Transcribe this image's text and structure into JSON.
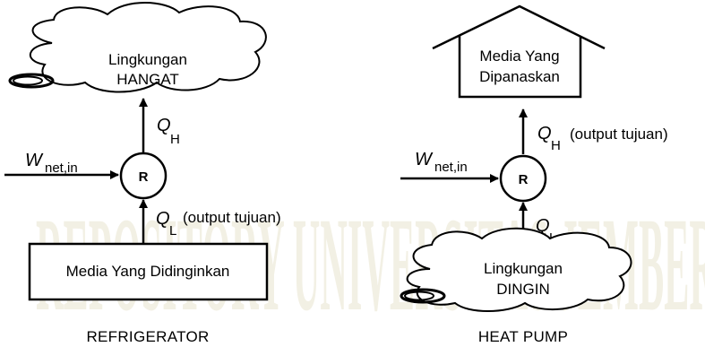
{
  "watermark": "REPOSITORY UNIVERSITAS JEMBER",
  "refrigerator": {
    "top_cloud_line1": "Lingkungan",
    "top_cloud_line2": "HANGAT",
    "qh_symbol": "Q",
    "qh_sub": "H",
    "w_symbol": "W",
    "w_sub": "net,in",
    "r_label": "R",
    "ql_symbol": "Q",
    "ql_sub": "L",
    "ql_note": "(output tujuan)",
    "bottom_box": "Media Yang Didinginkan",
    "caption": "REFRIGERATOR"
  },
  "heatpump": {
    "house_line1": "Media Yang",
    "house_line2": "Dipanaskan",
    "qh_symbol": "Q",
    "qh_sub": "H",
    "qh_note": "(output tujuan)",
    "w_symbol": "W",
    "w_sub": "net,in",
    "r_label": "R",
    "ql_symbol": "Q",
    "ql_sub": "L",
    "bottom_cloud_line1": "Lingkungan",
    "bottom_cloud_line2": "DINGIN",
    "caption": "HEAT PUMP"
  }
}
